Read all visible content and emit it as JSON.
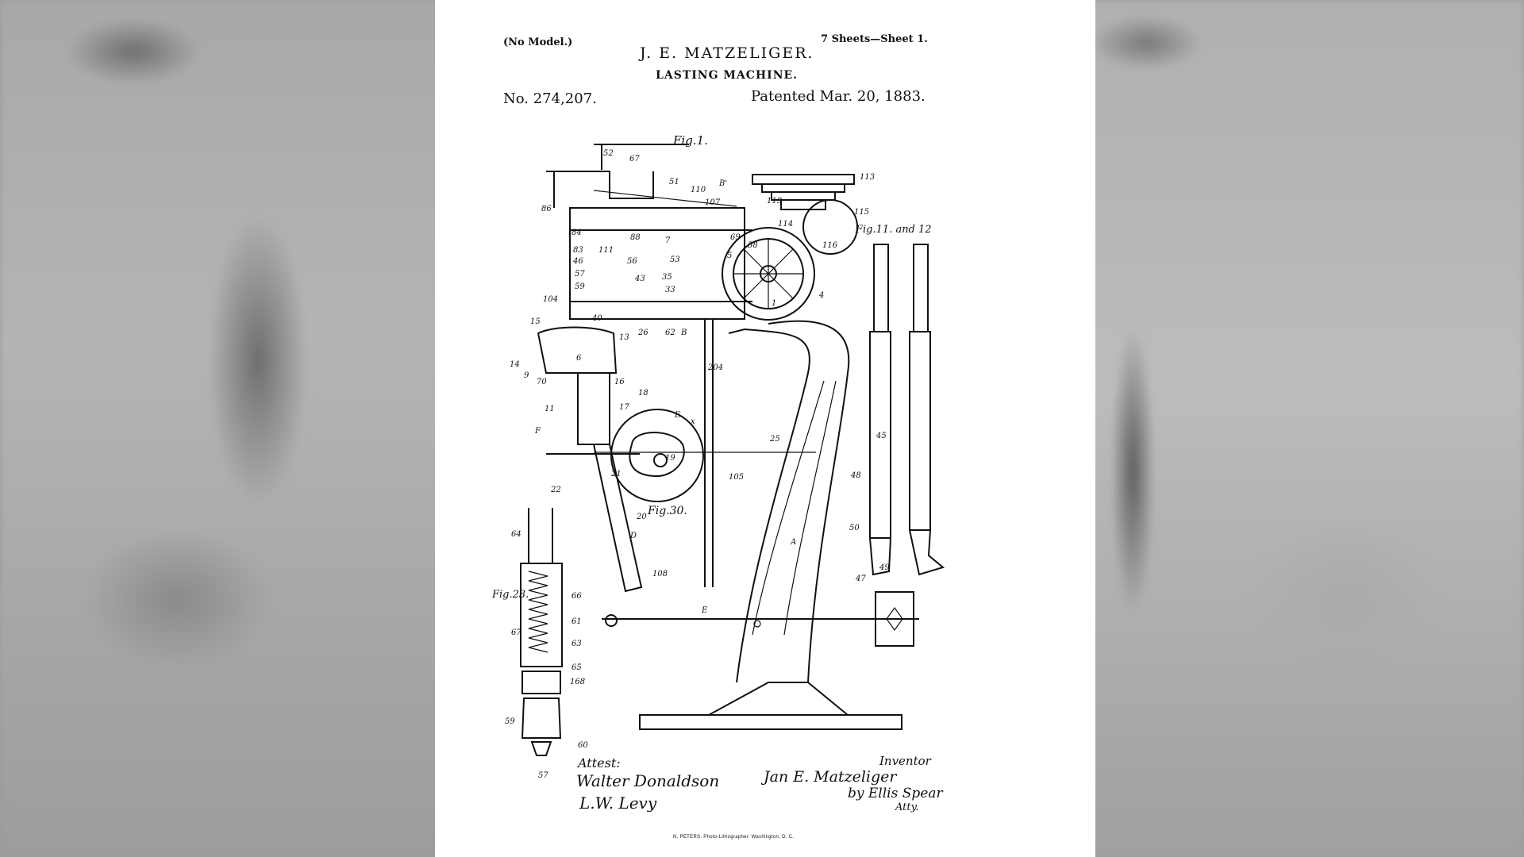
{
  "header": {
    "no_model": "(No Model.)",
    "sheets": "7 Sheets—Sheet 1.",
    "inventor_name": "J. E. MATZELIGER.",
    "invention_title": "LASTING MACHINE.",
    "patent_number": "No. 274,207.",
    "patent_date": "Patented Mar. 20, 1883."
  },
  "figures": {
    "fig1": "Fig.1.",
    "fig11_12": "Fig.11. and 12",
    "fig30": "Fig.30.",
    "fig23": "Fig.23."
  },
  "drawing_labels": [
    "52",
    "67",
    "51",
    "110",
    "107",
    "B'",
    "113",
    "119",
    "115",
    "116",
    "114",
    "86",
    "84",
    "88",
    "7",
    "69",
    "83",
    "46",
    "111",
    "56",
    "53",
    "57",
    "35",
    "43",
    "5",
    "58",
    "59",
    "104",
    "33",
    "1",
    "4",
    "40",
    "26",
    "62",
    "B",
    "13",
    "15",
    "204",
    "14",
    "6",
    "9",
    "70",
    "16",
    "11",
    "18",
    "17",
    "F",
    "E",
    "x",
    "25",
    "19",
    "21",
    "22",
    "20",
    "105",
    "D",
    "64",
    "66",
    "61",
    "108",
    "E",
    "A",
    "50",
    "49",
    "47",
    "48",
    "45",
    "65",
    "63",
    "67",
    "168",
    "59",
    "60",
    "57"
  ],
  "signatures": {
    "attest": "Attest:",
    "witness_1": "Walter Donaldson",
    "witness_2": "L.W. Levy",
    "inventor_label": "Inventor",
    "inventor_signature": "Jan E. Matzeliger",
    "by_line": "by Ellis Spear",
    "atty": "Atty."
  },
  "printer_line": "N. PETERS. Photo-Lithographer. Washington, D. C."
}
